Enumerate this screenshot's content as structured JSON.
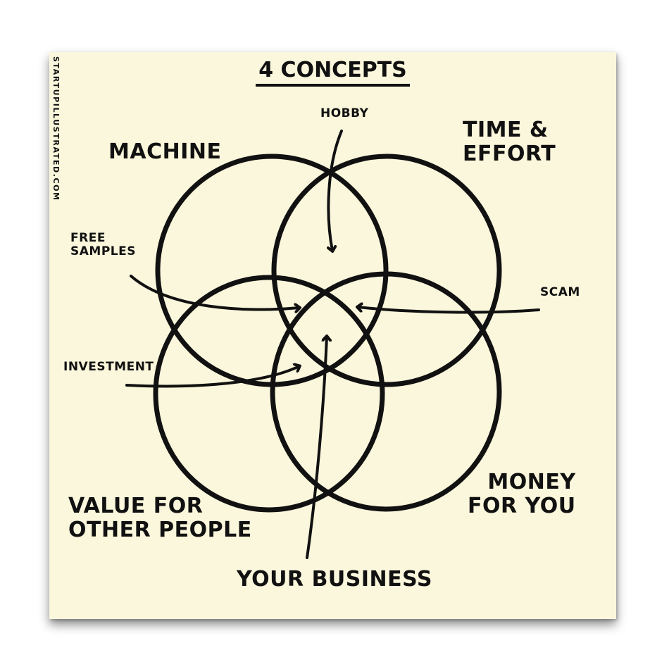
{
  "title": "4 CONCEPTS",
  "side_credit": "STARTUPILLUSTRATED.COM",
  "circles": {
    "top_left": "MACHINE",
    "top_right_line1": "TIME &",
    "top_right_line2": "EFFORT",
    "bottom_left_line1": "VALUE FOR",
    "bottom_left_line2": "OTHER PEOPLE",
    "bottom_right_line1": "MONEY",
    "bottom_right_line2": "FOR YOU"
  },
  "overlaps": {
    "hobby": "HOBBY",
    "free_samples_line1": "FREE",
    "free_samples_line2": "SAMPLES",
    "scam": "SCAM",
    "investment": "INVESTMENT",
    "your_business": "YOUR BUSINESS"
  }
}
